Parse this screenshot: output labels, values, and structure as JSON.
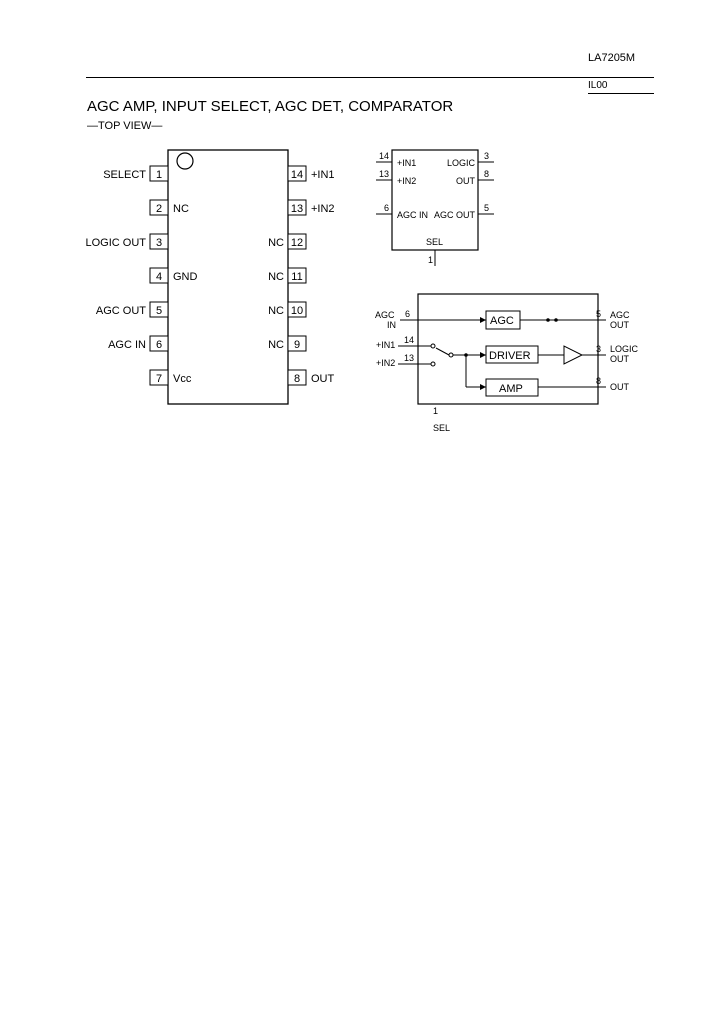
{
  "header": {
    "part_number": "LA7205M",
    "code": "IL00"
  },
  "title": "AGC AMP, INPUT SELECT, AGC DET, COMPARATOR",
  "subtitle": "—TOP VIEW—",
  "pinout": {
    "left": [
      {
        "num": "1",
        "name": "SELECT"
      },
      {
        "num": "2",
        "name": "NC"
      },
      {
        "num": "3",
        "name": "LOGIC OUT"
      },
      {
        "num": "4",
        "name": "GND"
      },
      {
        "num": "5",
        "name": "AGC OUT"
      },
      {
        "num": "6",
        "name": "AGC IN"
      },
      {
        "num": "7",
        "name": "Vcc"
      }
    ],
    "right": [
      {
        "num": "14",
        "name": "+IN1"
      },
      {
        "num": "13",
        "name": "+IN2"
      },
      {
        "num": "12",
        "name": "NC"
      },
      {
        "num": "11",
        "name": "NC"
      },
      {
        "num": "10",
        "name": "NC"
      },
      {
        "num": "9",
        "name": "NC"
      },
      {
        "num": "8",
        "name": "OUT"
      }
    ]
  },
  "symbol": {
    "pins": [
      {
        "num": "14",
        "label": "+IN1"
      },
      {
        "num": "13",
        "label": "+IN2"
      },
      {
        "num": "6",
        "label": "AGC IN"
      },
      {
        "num": "3",
        "label": "LOGIC"
      },
      {
        "num": "8",
        "label": "OUT"
      },
      {
        "num": "5",
        "label": "AGC OUT"
      }
    ],
    "sel_label": "SEL",
    "sel_num": "1"
  },
  "block": {
    "in_agc_label": "AGC IN",
    "in_agc_num": "6",
    "in1_label": "+IN1",
    "in1_num": "14",
    "in2_label": "+IN2",
    "in2_num": "13",
    "agc_box": "AGC",
    "driver_box": "DRIVER",
    "amp_box": "AMP",
    "out_agc_num": "5",
    "out_agc_label": "AGC OUT",
    "out_logic_num": "3",
    "out_logic_label": "LOGIC OUT",
    "out_num": "8",
    "out_label": "OUT",
    "sel_num": "1",
    "sel_label": "SEL"
  }
}
